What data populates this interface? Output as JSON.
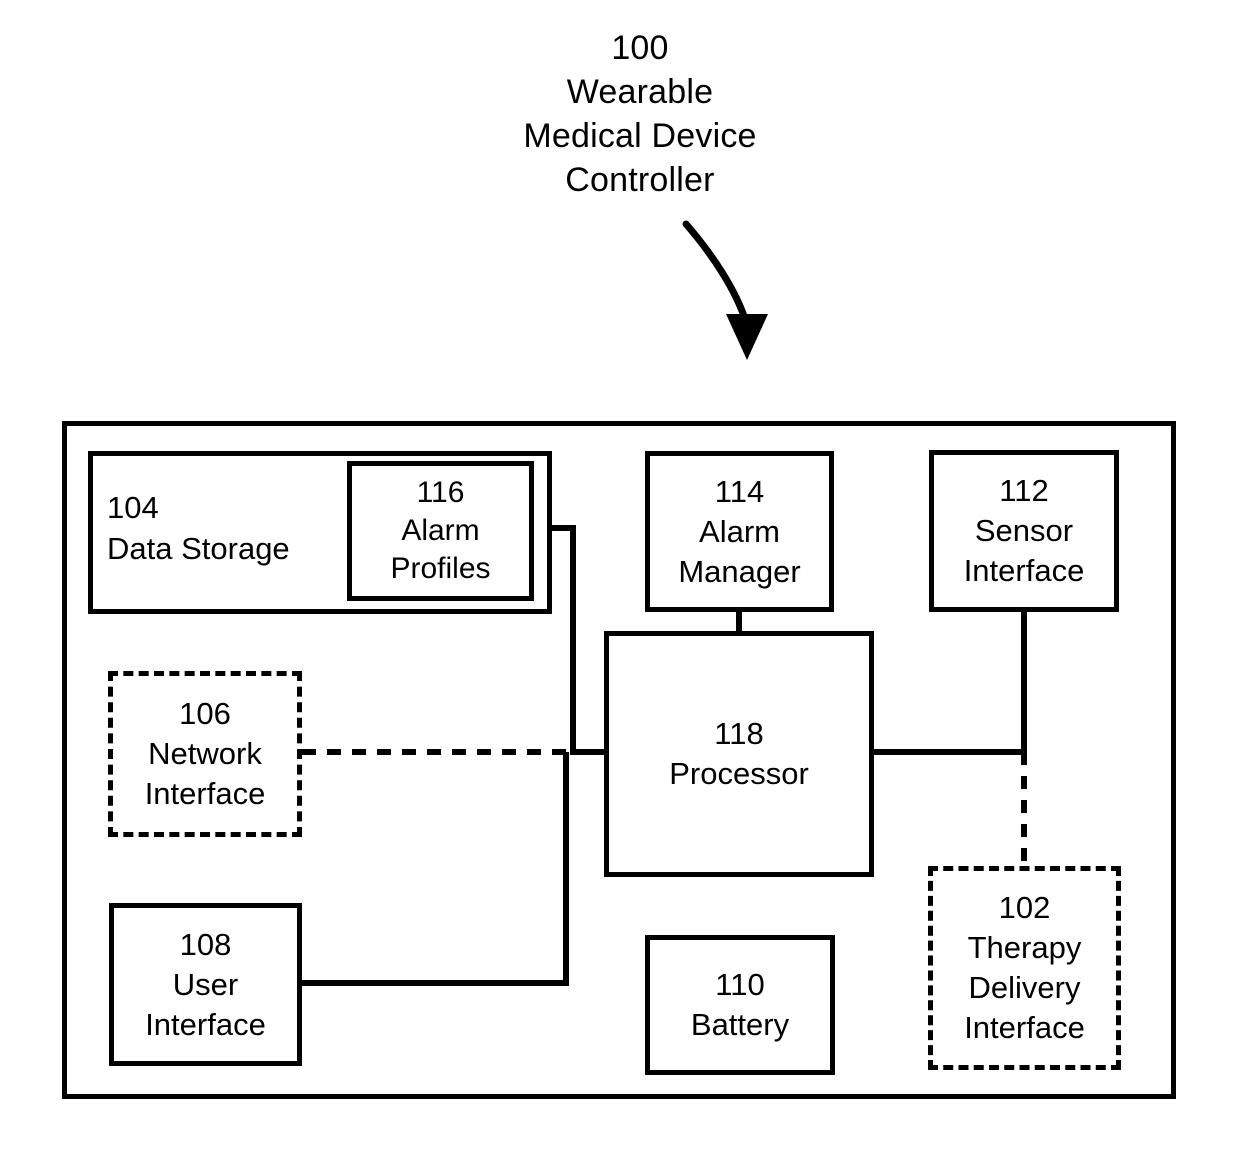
{
  "figure": {
    "title_ref": "100",
    "title_lines": [
      "100",
      "Wearable",
      "Medical Device",
      "Controller"
    ],
    "title_text": "100\nWearable\nMedical Device\nController",
    "pointer_arrow": "curved-arrow-down-right",
    "background_color": "#ffffff",
    "line_color": "#000000"
  },
  "enclosure": {
    "ref": "100",
    "name": "Wearable Medical Device Controller",
    "border_style": "solid"
  },
  "blocks": [
    {
      "ref": "104",
      "name": "Data Storage",
      "text": "104\nData Storage",
      "border_style": "solid",
      "align": "left",
      "contains": [
        "116"
      ]
    },
    {
      "ref": "116",
      "name": "Alarm Profiles",
      "text": "116\nAlarm\nProfiles",
      "border_style": "solid",
      "align": "center",
      "nested_in": "104"
    },
    {
      "ref": "106",
      "name": "Network Interface",
      "text": "106\nNetwork\nInterface",
      "border_style": "dashed",
      "align": "center"
    },
    {
      "ref": "108",
      "name": "User Interface",
      "text": "108\nUser\nInterface",
      "border_style": "solid",
      "align": "center"
    },
    {
      "ref": "114",
      "name": "Alarm Manager",
      "text": "114\nAlarm\nManager",
      "border_style": "solid",
      "align": "center"
    },
    {
      "ref": "118",
      "name": "Processor",
      "text": "118\nProcessor",
      "border_style": "solid",
      "align": "center"
    },
    {
      "ref": "110",
      "name": "Battery",
      "text": "110\nBattery",
      "border_style": "solid",
      "align": "center"
    },
    {
      "ref": "112",
      "name": "Sensor Interface",
      "text": "112\nSensor\nInterface",
      "border_style": "solid",
      "align": "center"
    },
    {
      "ref": "102",
      "name": "Therapy Delivery Interface",
      "text": "102\nTherapy\nDelivery\nInterface",
      "border_style": "dashed",
      "align": "center"
    }
  ],
  "connections": [
    {
      "from": "116",
      "to": "118",
      "style": "solid",
      "routing": "right-down-right"
    },
    {
      "from": "106",
      "to": "118",
      "style": "dashed",
      "routing": "right"
    },
    {
      "from": "108",
      "to": "118",
      "style": "solid",
      "routing": "right-up-right"
    },
    {
      "from": "114",
      "to": "118",
      "style": "solid",
      "routing": "vertical"
    },
    {
      "from": "118",
      "to": "112",
      "style": "solid",
      "routing": "right-up"
    },
    {
      "from": "118",
      "to": "102",
      "style": "dashed",
      "routing": "right-down"
    }
  ]
}
